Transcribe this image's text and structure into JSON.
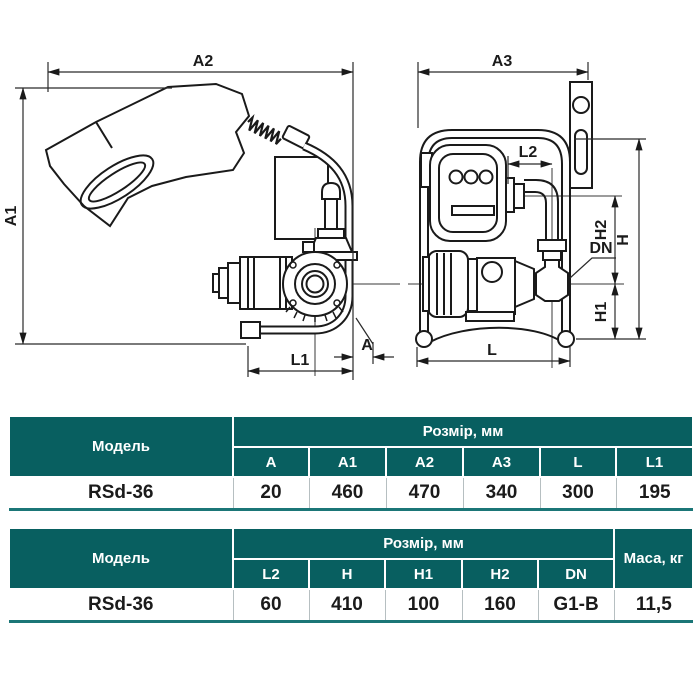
{
  "drawing": {
    "left": {
      "a2": "A2",
      "a1": "A1",
      "l1": "L1",
      "a": "A"
    },
    "right": {
      "a3": "A3",
      "l2": "L2",
      "h2": "H2",
      "h": "H",
      "h1": "H1",
      "dn": "DN",
      "l": "L"
    }
  },
  "tables": [
    {
      "model_header": "Модель",
      "size_header": "Розмір, мм",
      "columns": [
        "A",
        "A1",
        "A2",
        "A3",
        "L",
        "L1"
      ],
      "rows": [
        {
          "model": "RSd-36",
          "values": [
            "20",
            "460",
            "470",
            "340",
            "300",
            "195"
          ]
        }
      ]
    },
    {
      "model_header": "Модель",
      "size_header": "Розмір, мм",
      "mass_header": "Маса, кг",
      "columns": [
        "L2",
        "H",
        "H1",
        "H2",
        "DN"
      ],
      "rows": [
        {
          "model": "RSd-36",
          "values": [
            "60",
            "410",
            "100",
            "160",
            "G1-B"
          ],
          "mass": "11,5"
        }
      ]
    }
  ],
  "colors": {
    "table_header_teal": "#085F60",
    "table_underline_teal": "#1B7677",
    "drawing_line": "#1a1a1a"
  }
}
